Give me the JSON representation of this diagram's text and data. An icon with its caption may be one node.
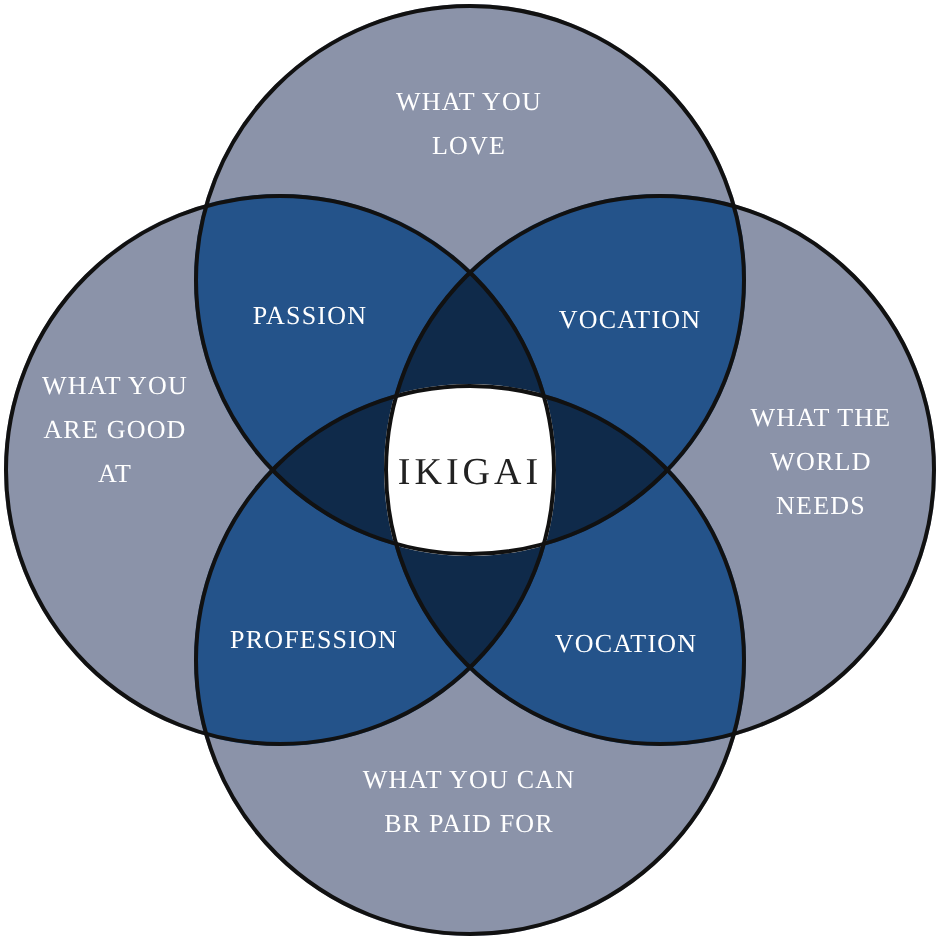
{
  "diagram": {
    "nodes": [
      {
        "text": [
          "WHAT YOU LOVE"
        ]
      },
      {
        "text": [
          "PASSION"
        ]
      },
      {
        "text": [
          "VOCATION"
        ]
      },
      {
        "text": [
          "WHAT YOU ARE GOOD AT"
        ]
      },
      {
        "text": [
          "IKIGAI"
        ]
      },
      {
        "text": [
          "WHAT THE WORLD NEEDS"
        ]
      },
      {
        "text": [
          "PROFESSION"
        ]
      },
      {
        "text": [
          "VOCATION"
        ]
      },
      {
        "text": [
          "WHAT YOU CAN BR PAID FOR"
        ]
      }
    ]
  }
}
